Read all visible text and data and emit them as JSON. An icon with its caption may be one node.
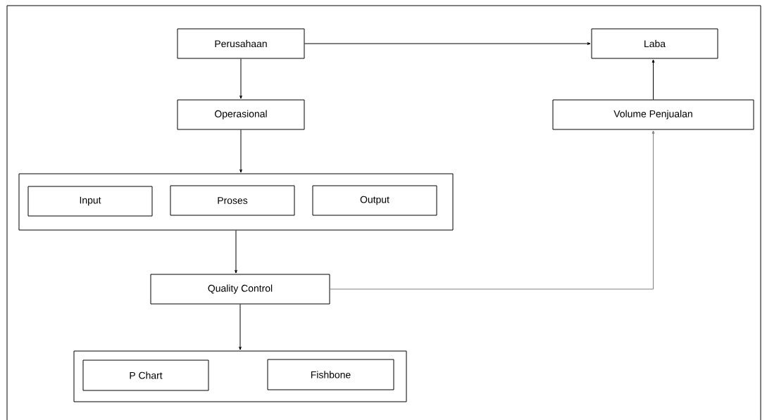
{
  "diagram": {
    "nodes": [
      {
        "text": [
          "Perusahaan"
        ]
      },
      {
        "text": [
          "Laba"
        ]
      },
      {
        "text": [
          "Operasional"
        ]
      },
      {
        "text": [
          "Volume Penjualan"
        ]
      },
      {
        "text": [],
        "shape": "box"
      },
      {
        "text": [
          "Input"
        ],
        "in": 4
      },
      {
        "text": [
          "Proses"
        ],
        "in": 4
      },
      {
        "text": [
          "Output"
        ],
        "in": 4
      },
      {
        "text": [
          "Quality Control"
        ]
      },
      {
        "text": [],
        "shape": "box"
      },
      {
        "text": [
          "P Chart"
        ],
        "in": 9
      },
      {
        "text": [
          "Fishbone"
        ],
        "in": 9
      }
    ],
    "edges": [
      {
        "from": 0,
        "to": 1,
        "arrow": "to"
      },
      {
        "from": 0,
        "to": 2,
        "arrow": "to"
      },
      {
        "from": 3,
        "to": 1,
        "arrow": "to"
      },
      {
        "from": 2,
        "to": 4,
        "arrow": "to"
      },
      {
        "from": 4,
        "to": 8,
        "arrow": "to"
      },
      {
        "from": 8,
        "to": 3,
        "arrow": "to",
        "color": "#808080"
      },
      {
        "from": 8,
        "to": 9,
        "arrow": "to"
      }
    ]
  }
}
